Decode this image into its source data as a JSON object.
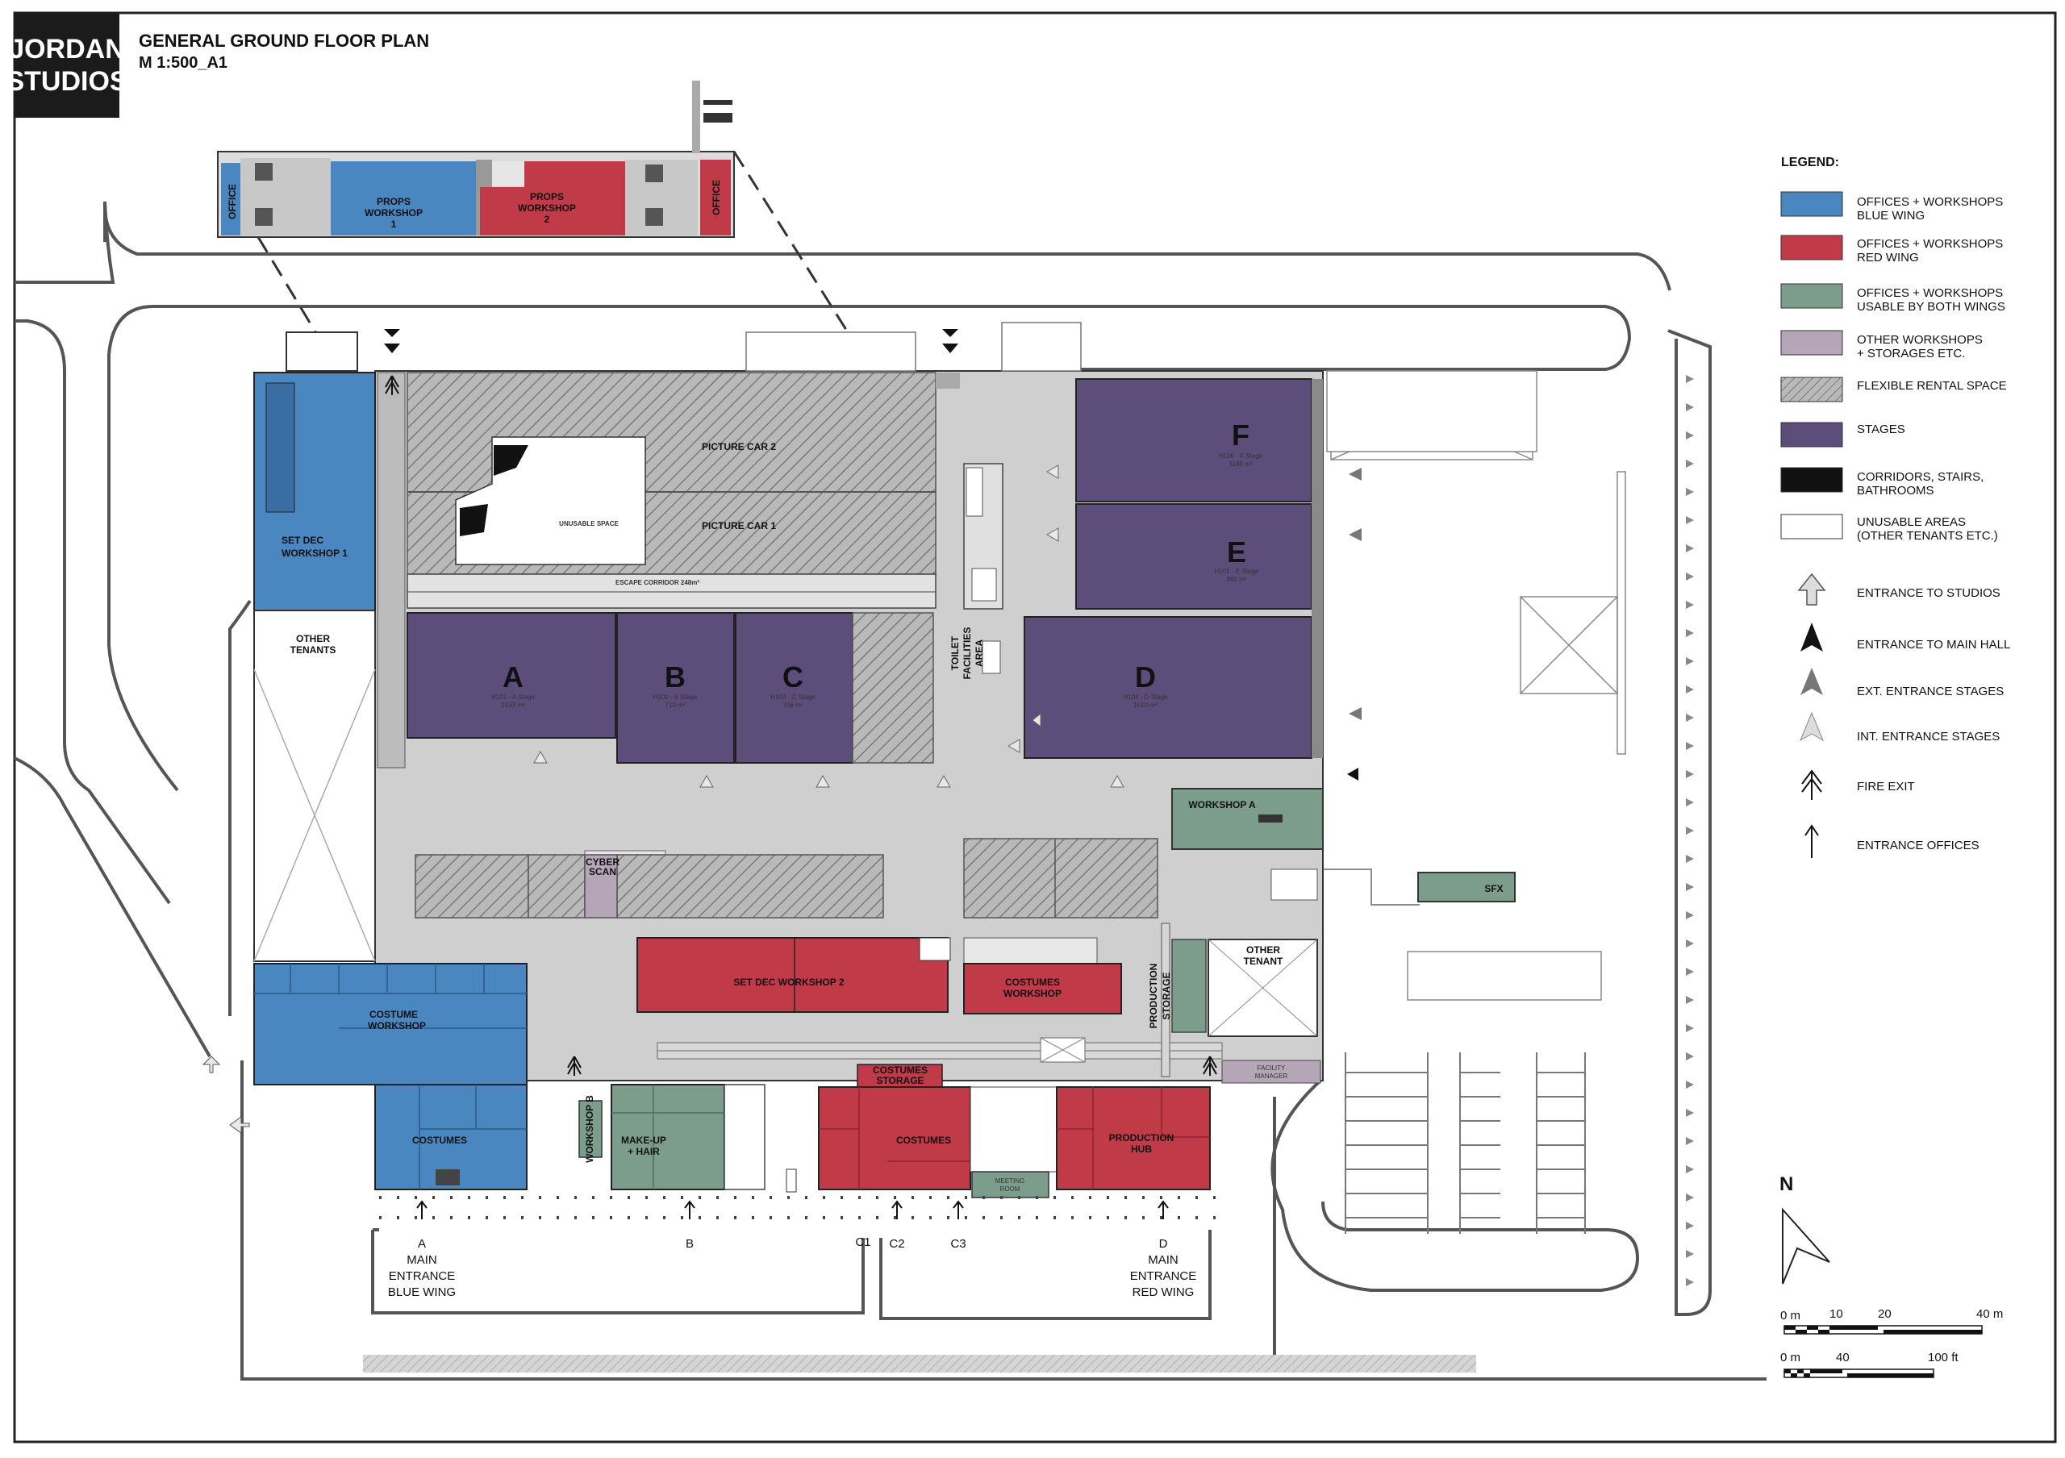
{
  "logo": {
    "line1": "JORDAN",
    "line2": "STUDIOS"
  },
  "header": {
    "title": "GENERAL GROUND FLOOR PLAN",
    "scale": "M 1:500_A1"
  },
  "colors": {
    "blue": "#4a86c0",
    "red": "#c03a48",
    "green": "#7c9d8c",
    "mauve": "#b4a6b6",
    "stage": "#5d4d7a",
    "corridor": "#111111",
    "floor": "#cfcfcf",
    "hatch": "#a9a9a9"
  },
  "legend": {
    "title": "LEGEND:",
    "items": [
      {
        "line1": "OFFICES + WORKSHOPS",
        "line2": "BLUE WING"
      },
      {
        "line1": "OFFICES + WORKSHOPS",
        "line2": "RED WING"
      },
      {
        "line1": "OFFICES + WORKSHOPS",
        "line2": "USABLE BY BOTH WINGS"
      },
      {
        "line1": "OTHER WORKSHOPS",
        "line2": "+ STORAGES ETC."
      },
      {
        "line1": "FLEXIBLE RENTAL SPACE",
        "line2": ""
      },
      {
        "line1": "STAGES",
        "line2": ""
      },
      {
        "line1": "CORRIDORS, STAIRS,",
        "line2": "BATHROOMS"
      },
      {
        "line1": "UNUSABLE AREAS",
        "line2": "(OTHER TENANTS ETC.)"
      },
      {
        "line1": "ENTRANCE TO STUDIOS",
        "line2": ""
      },
      {
        "line1": "ENTRANCE TO MAIN HALL",
        "line2": ""
      },
      {
        "line1": "EXT. ENTRANCE STAGES",
        "line2": ""
      },
      {
        "line1": "INT. ENTRANCE STAGES",
        "line2": ""
      },
      {
        "line1": "FIRE EXIT",
        "line2": ""
      },
      {
        "line1": "ENTRANCE OFFICES",
        "line2": ""
      }
    ]
  },
  "stages": [
    {
      "letter": "A",
      "sub": "H101 - A Stage",
      "area": "1033 m²"
    },
    {
      "letter": "B",
      "sub": "H102 - B Stage",
      "area": "710 m²"
    },
    {
      "letter": "C",
      "sub": "H103 - C Stage",
      "area": "706 m²"
    },
    {
      "letter": "D",
      "sub": "H104 - D Stage",
      "area": "1610 m²"
    },
    {
      "letter": "E",
      "sub": "H105 - E Stage",
      "area": "860 m²"
    },
    {
      "letter": "F",
      "sub": "H106 - F Stage",
      "area": "1180 m²"
    }
  ],
  "rooms": {
    "office_l": "OFFICE",
    "props1_a": "PROPS",
    "props1_b": "WORKSHOP",
    "props1_c": "1",
    "props2_a": "PROPS",
    "props2_b": "WORKSHOP",
    "props2_c": "2",
    "office_r": "OFFICE",
    "picture_car_2": "PICTURE CAR 2",
    "picture_car_1": "PICTURE CAR 1",
    "unusable_space": "UNUSABLE SPACE",
    "escape_corridor": "ESCAPE CORRIDOR 248m²",
    "set_dec_1_a": "SET DEC",
    "set_dec_1_b": "WORKSHOP 1",
    "other_tenants_a": "OTHER",
    "other_tenants_b": "TENANTS",
    "toilet_a": "TOILET",
    "toilet_b": "FACILITIES",
    "toilet_c": "AREA",
    "workshop_a": "WORKSHOP A",
    "sfx": "SFX",
    "cyber_a": "CYBER",
    "cyber_b": "SCAN",
    "set_dec_2": "SET DEC WORKSHOP 2",
    "costumes_ws_a": "COSTUMES",
    "costumes_ws_b": "WORKSHOP",
    "prod_storage_a": "PRODUCTION",
    "prod_storage_b": "STORAGE",
    "other_tenant_a": "OTHER",
    "other_tenant_b": "TENANT",
    "facility_a": "FACILITY",
    "facility_b": "MANAGER",
    "costume_ws_a": "COSTUME",
    "costume_ws_b": "WORKSHOP",
    "costumes_blue": "COSTUMES",
    "workshop_b": "WORKSHOP B",
    "makeup_a": "MAKE-UP",
    "makeup_b": "+ HAIR",
    "costumes_storage_a": "COSTUMES",
    "costumes_storage_b": "STORAGE",
    "costumes_red": "COSTUMES",
    "meeting_a": "MEETING",
    "meeting_b": "ROOM",
    "production_hub_a": "PRODUCTION",
    "production_hub_b": "HUB"
  },
  "entrances": {
    "a_code": "A",
    "a_l1": "MAIN",
    "a_l2": "ENTRANCE",
    "a_l3": "BLUE WING",
    "b_code": "B",
    "c1": "C1",
    "c2": "C2",
    "c3": "C3",
    "d_code": "D",
    "d_l1": "MAIN",
    "d_l2": "ENTRANCE",
    "d_l3": "RED WING"
  },
  "north": "N",
  "scalebar": {
    "m0": "0 m",
    "m10": "10",
    "m20": "20",
    "m40": "40 m",
    "f0": "0 m",
    "f40": "40",
    "f100": "100 ft"
  }
}
